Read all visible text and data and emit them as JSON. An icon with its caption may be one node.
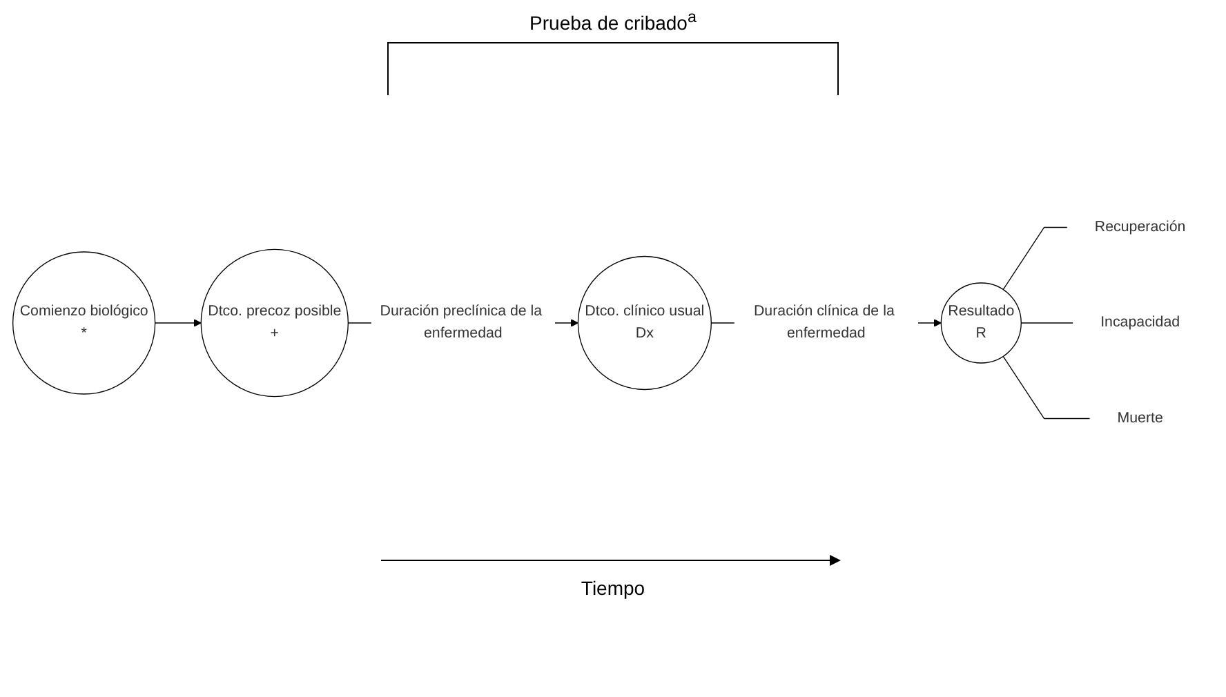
{
  "diagram": {
    "nodes": [
      {
        "text": [
          "Comienzo biológico",
          "*"
        ]
      },
      {
        "text": [
          "Dtco. precoz posible",
          "+"
        ]
      },
      {
        "text": [
          "Dtco. clínico usual",
          "Dx"
        ]
      },
      {
        "text": [
          "Resultado",
          "R"
        ]
      },
      {
        "text": [
          "Recuperación"
        ]
      },
      {
        "text": [
          "Incapacidad"
        ]
      },
      {
        "text": [
          "Muerte"
        ]
      }
    ],
    "edges": [
      {
        "from": 0,
        "to": 1,
        "arrow": "to"
      },
      {
        "from": 1,
        "to": 2,
        "arrow": "to",
        "label": "Duración preclínica de la enfermedad"
      },
      {
        "from": 2,
        "to": 3,
        "arrow": "to",
        "label": "Duración clínica de la enfermedad"
      },
      {
        "from": 3,
        "to": 4,
        "arrow": "none"
      },
      {
        "from": 3,
        "to": 5,
        "arrow": "none"
      },
      {
        "from": 3,
        "to": 6,
        "arrow": "none"
      }
    ],
    "labels": [
      "Prueba de cribado$^{a}$",
      "Tiempo"
    ]
  }
}
